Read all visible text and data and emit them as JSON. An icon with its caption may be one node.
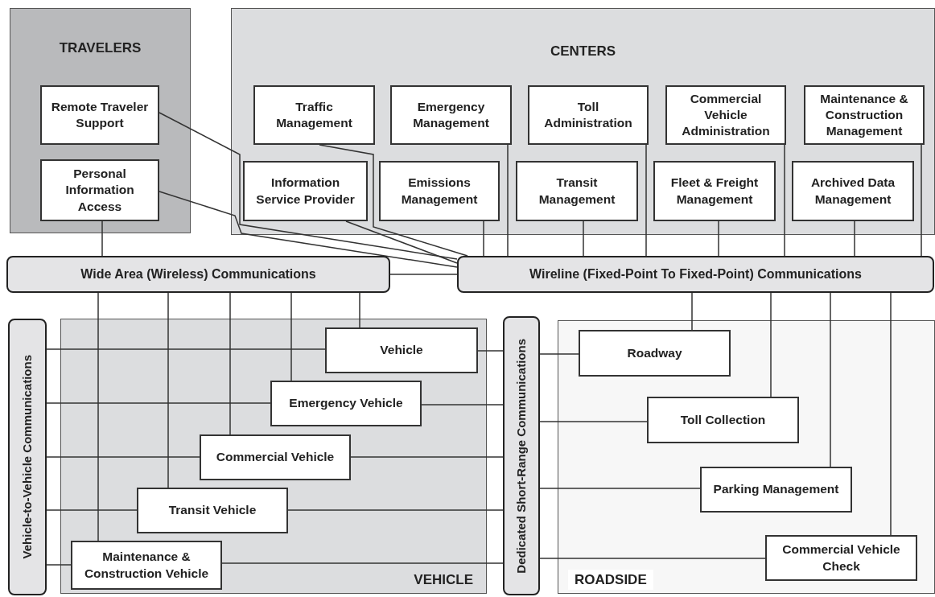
{
  "diagram": {
    "nodes": [
      {
        "text": [
          "TRAVELERS"
        ]
      },
      {
        "text": [
          "Remote Traveler Support"
        ],
        "in": 0
      },
      {
        "text": [
          "Personal Information Access"
        ],
        "in": 0
      },
      {
        "text": [
          "CENTERS"
        ]
      },
      {
        "text": [
          "Traffic Management"
        ],
        "in": 3
      },
      {
        "text": [
          "Emergency Management"
        ],
        "in": 3
      },
      {
        "text": [
          "Toll Administration"
        ],
        "in": 3
      },
      {
        "text": [
          "Commercial Vehicle Administration"
        ],
        "in": 3
      },
      {
        "text": [
          "Maintenance & Construction Management"
        ],
        "in": 3
      },
      {
        "text": [
          "Information Service Provider"
        ],
        "in": 3
      },
      {
        "text": [
          "Emissions Management"
        ],
        "in": 3
      },
      {
        "text": [
          "Transit Management"
        ],
        "in": 3
      },
      {
        "text": [
          "Fleet & Freight Management"
        ],
        "in": 3
      },
      {
        "text": [
          "Archived Data Management"
        ],
        "in": 3
      },
      {
        "text": [
          "Wide Area (Wireless) Communications"
        ]
      },
      {
        "text": [
          "Wireline (Fixed-Point To Fixed-Point) Communications"
        ]
      },
      {
        "text": [
          "Vehicle-to-Vehicle Communications"
        ]
      },
      {
        "text": [
          "VEHICLE"
        ]
      },
      {
        "text": [
          "Vehicle"
        ],
        "in": 17
      },
      {
        "text": [
          "Emergency Vehicle"
        ],
        "in": 17
      },
      {
        "text": [
          "Commercial Vehicle"
        ],
        "in": 17
      },
      {
        "text": [
          "Transit Vehicle"
        ],
        "in": 17
      },
      {
        "text": [
          "Maintenance & Construction Vehicle"
        ],
        "in": 17
      },
      {
        "text": [
          "Dedicated Short-Range Communications"
        ]
      },
      {
        "text": [
          "ROADSIDE"
        ]
      },
      {
        "text": [
          "Roadway"
        ],
        "in": 24
      },
      {
        "text": [
          "Toll Collection"
        ],
        "in": 24
      },
      {
        "text": [
          "Parking Management"
        ],
        "in": 24
      },
      {
        "text": [
          "Commercial Vehicle Check"
        ],
        "in": 24
      }
    ],
    "edges": [
      {
        "from": 1,
        "to": 15,
        "arrow": "none"
      },
      {
        "from": 2,
        "to": 15,
        "arrow": "none"
      },
      {
        "from": 4,
        "to": 15,
        "arrow": "none"
      },
      {
        "from": 9,
        "to": 15,
        "arrow": "none"
      },
      {
        "from": 10,
        "to": 15,
        "arrow": "none"
      },
      {
        "from": 5,
        "to": 15,
        "arrow": "none"
      },
      {
        "from": 11,
        "to": 15,
        "arrow": "none"
      },
      {
        "from": 6,
        "to": 15,
        "arrow": "none"
      },
      {
        "from": 12,
        "to": 15,
        "arrow": "none"
      },
      {
        "from": 7,
        "to": 15,
        "arrow": "none"
      },
      {
        "from": 13,
        "to": 15,
        "arrow": "none"
      },
      {
        "from": 8,
        "to": 15,
        "arrow": "none"
      },
      {
        "from": 2,
        "to": 14,
        "arrow": "none"
      },
      {
        "from": 14,
        "to": 15,
        "arrow": "none"
      },
      {
        "from": 14,
        "to": 22,
        "arrow": "none"
      },
      {
        "from": 14,
        "to": 21,
        "arrow": "none"
      },
      {
        "from": 14,
        "to": 20,
        "arrow": "none"
      },
      {
        "from": 14,
        "to": 19,
        "arrow": "none"
      },
      {
        "from": 14,
        "to": 18,
        "arrow": "none"
      },
      {
        "from": 16,
        "to": 18,
        "arrow": "none"
      },
      {
        "from": 16,
        "to": 19,
        "arrow": "none"
      },
      {
        "from": 16,
        "to": 20,
        "arrow": "none"
      },
      {
        "from": 16,
        "to": 21,
        "arrow": "none"
      },
      {
        "from": 16,
        "to": 22,
        "arrow": "none"
      },
      {
        "from": 18,
        "to": 23,
        "arrow": "none"
      },
      {
        "from": 19,
        "to": 23,
        "arrow": "none"
      },
      {
        "from": 20,
        "to": 23,
        "arrow": "none"
      },
      {
        "from": 21,
        "to": 23,
        "arrow": "none"
      },
      {
        "from": 22,
        "to": 23,
        "arrow": "none"
      },
      {
        "from": 23,
        "to": 25,
        "arrow": "none"
      },
      {
        "from": 23,
        "to": 26,
        "arrow": "none"
      },
      {
        "from": 23,
        "to": 27,
        "arrow": "none"
      },
      {
        "from": 23,
        "to": 28,
        "arrow": "none"
      },
      {
        "from": 15,
        "to": 25,
        "arrow": "none"
      },
      {
        "from": 15,
        "to": 26,
        "arrow": "none"
      },
      {
        "from": 15,
        "to": 27,
        "arrow": "none"
      },
      {
        "from": 15,
        "to": 28,
        "arrow": "none"
      }
    ]
  }
}
